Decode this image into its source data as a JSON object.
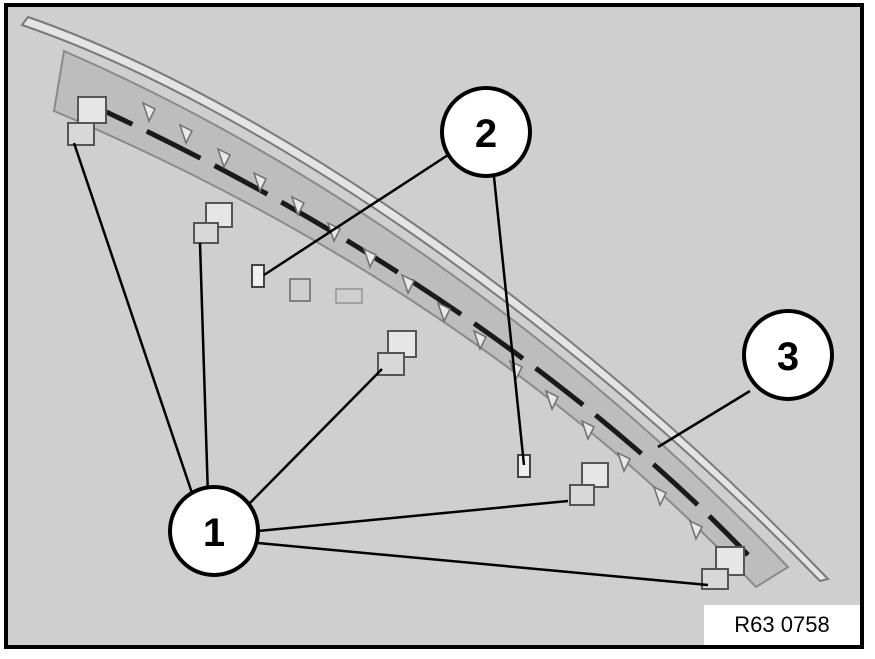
{
  "figure": {
    "reference_code": "R63 0758",
    "callouts": [
      {
        "id": "callout-1",
        "label": "1"
      },
      {
        "id": "callout-2",
        "label": "2"
      },
      {
        "id": "callout-3",
        "label": "3"
      }
    ]
  },
  "colors": {
    "background": "#cfcfcf",
    "part_body": "#bcbcbc",
    "part_edge": "#8d8d8d",
    "line": "#000000"
  }
}
